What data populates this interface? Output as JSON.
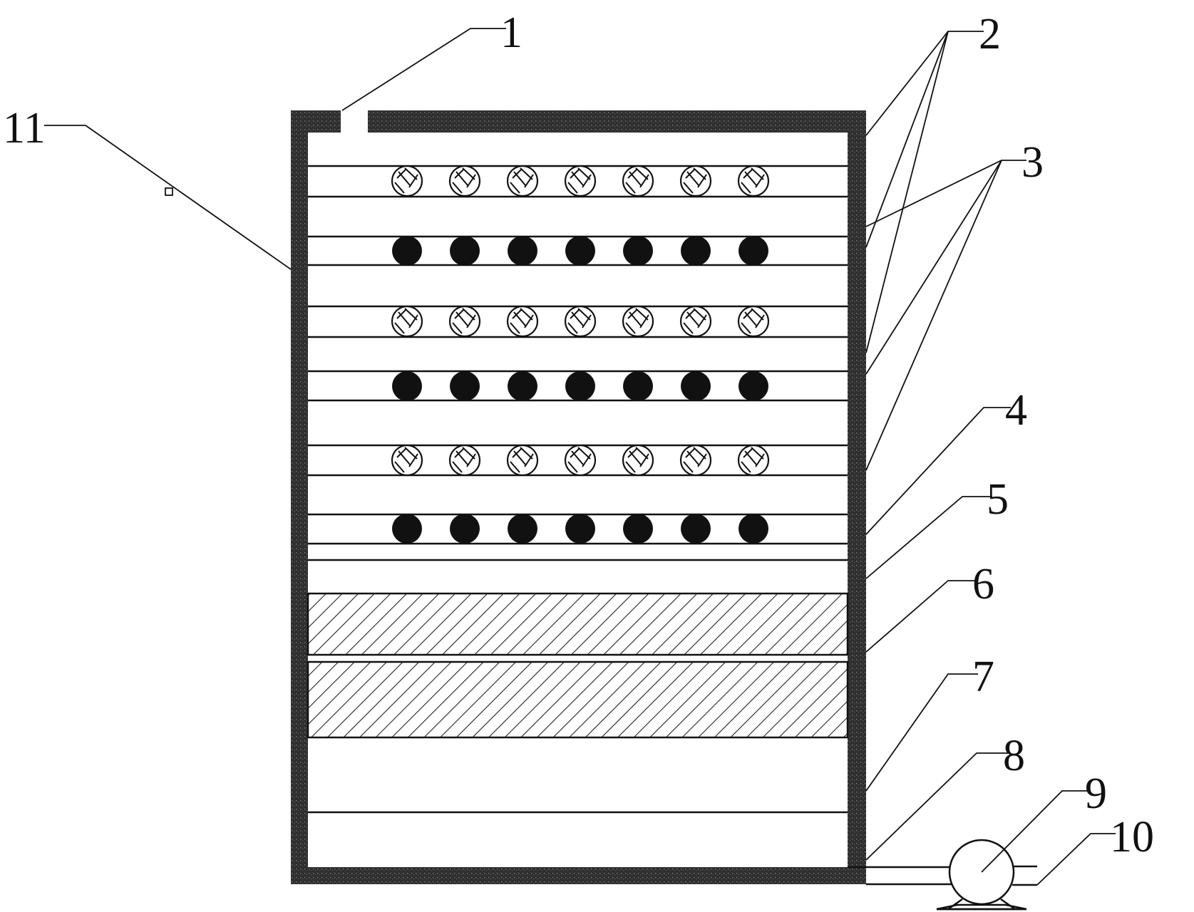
{
  "labels": {
    "l1": "1",
    "l2": "2",
    "l3": "3",
    "l4": "4",
    "l5": "5",
    "l6": "6",
    "l7": "7",
    "l8": "8",
    "l9": "9",
    "l10": "10",
    "l11": "11"
  },
  "colors": {
    "wall": "#2f2f2f",
    "ink": "#111111",
    "background": "#ffffff"
  }
}
